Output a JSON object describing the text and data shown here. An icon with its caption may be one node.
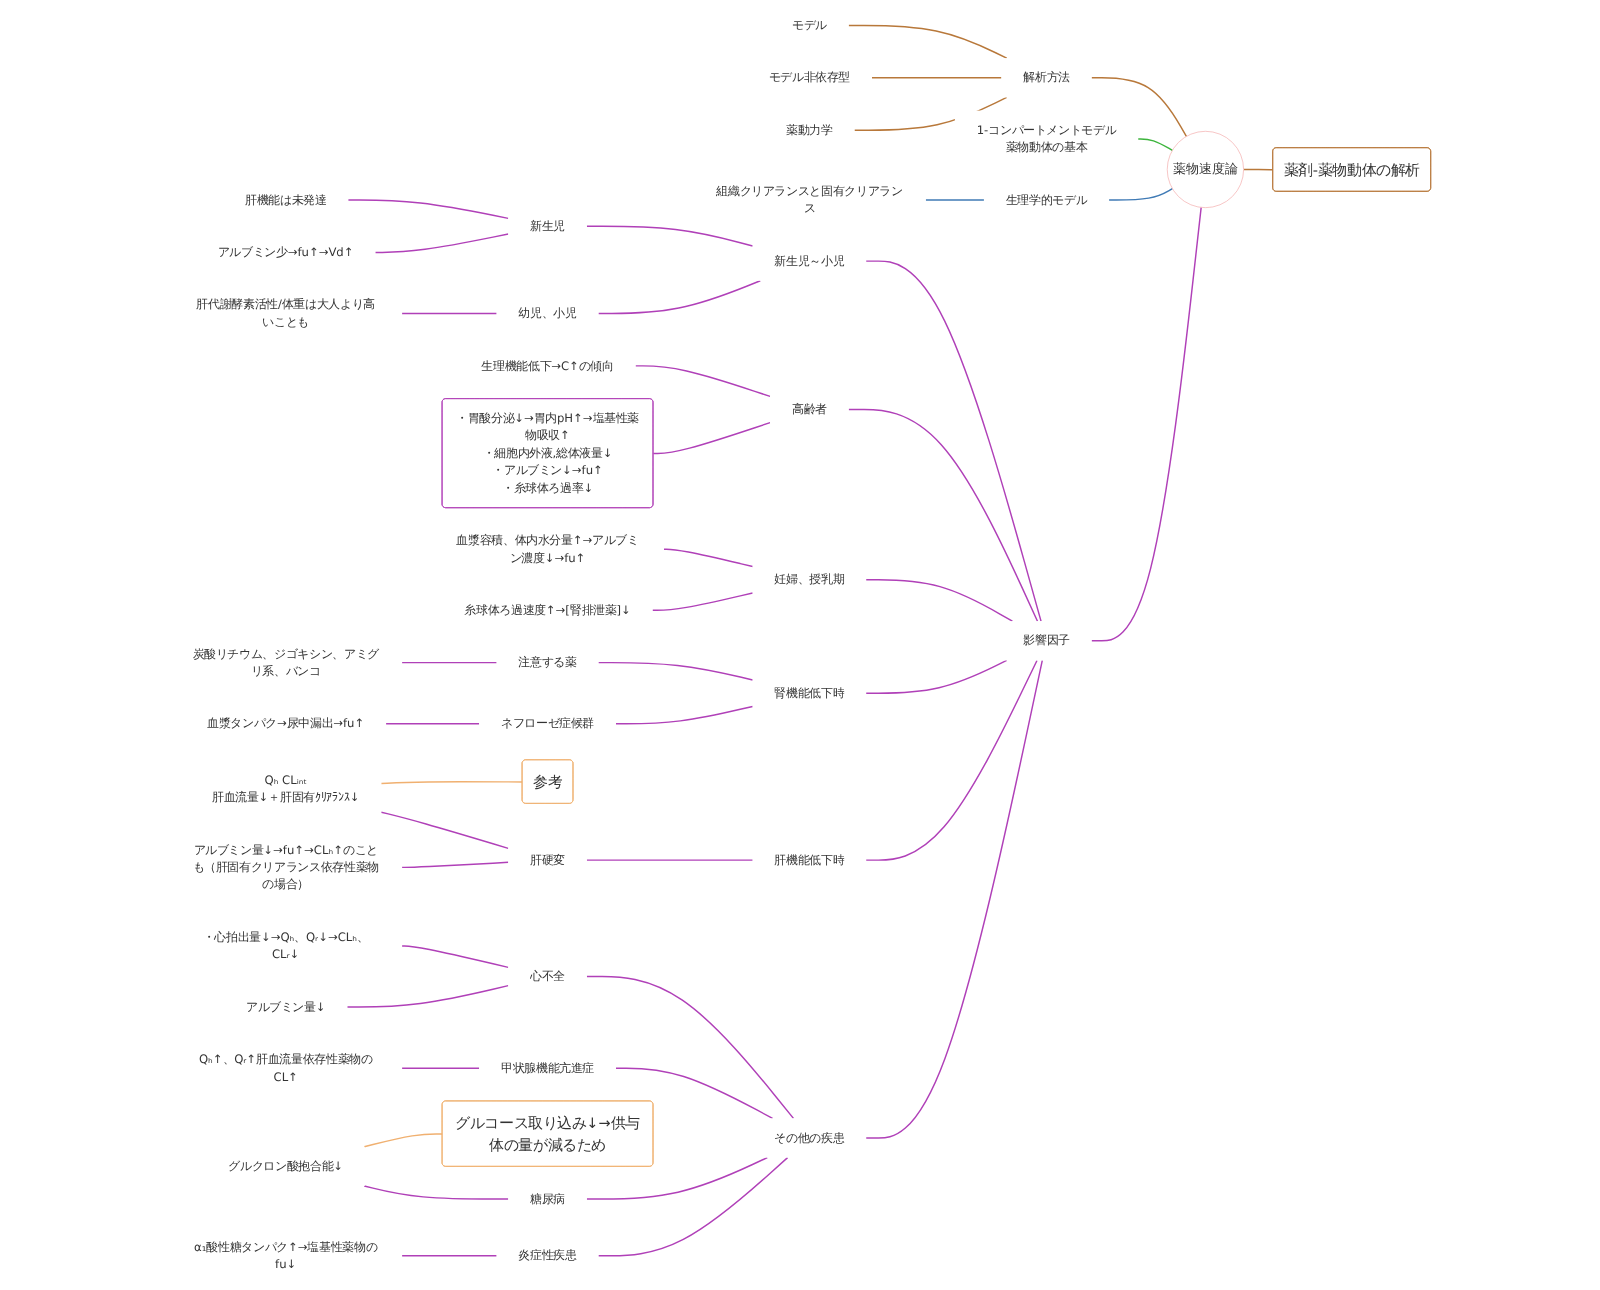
{
  "diagram": {
    "nodes": [
      {
        "text": [
          "薬物速度論"
        ]
      },
      {
        "text": [
          "影響因子"
        ]
      },
      {
        "text": [
          "新生児～小児"
        ]
      },
      {
        "text": [
          "新生児"
        ]
      },
      {
        "text": [
          "肝機能は未発達"
        ]
      },
      {
        "text": [
          "アルブミン少→fu↑→Vd↑"
        ]
      },
      {
        "text": [
          "幼児、小児"
        ]
      },
      {
        "text": [
          "肝代謝酵素活性/体重は大人より高いことも"
        ]
      },
      {
        "text": [
          "高齢者"
        ]
      },
      {
        "text": [
          "生理機能低下→C↑の傾向"
        ]
      },
      {
        "text": [
          "・胃酸分泌↓→胃内pH↑→塩基性薬物吸収↑",
          "・細胞内外液,総体液量↓",
          "・アルブミン↓→fu↑",
          "・糸球体ろ過率↓"
        ]
      },
      {
        "text": [
          "妊婦、授乳期"
        ]
      },
      {
        "text": [
          "血漿容積、体内水分量↑→アルブミン濃度↓→fu↑"
        ]
      },
      {
        "text": [
          "糸球体ろ過速度↑→[腎排泄薬]↓"
        ]
      },
      {
        "text": [
          "腎機能低下時"
        ]
      },
      {
        "text": [
          "注意する薬"
        ]
      },
      {
        "text": [
          "炭酸リチウム、ジゴキシン、アミグリ系、バンコ"
        ]
      },
      {
        "text": [
          "ネフローゼ症候群"
        ]
      },
      {
        "text": [
          "血漿タンパク→尿中漏出→fu↑"
        ]
      },
      {
        "text": [
          "肝機能低下時"
        ]
      },
      {
        "text": [
          "肝硬変"
        ]
      },
      {
        "text": [
          "Qₕ CLᵢₙₜ",
          "肝血流量↓＋肝固有ｸﾘｱﾗﾝｽ↓"
        ]
      },
      {
        "text": [
          "アルブミン量↓→fu↑→CLₕ↑のことも（肝固有クリアランス依存性薬物の場合）"
        ]
      },
      {
        "text": [
          "参考"
        ]
      },
      {
        "text": [
          "その他の疾患"
        ]
      },
      {
        "text": [
          "心不全"
        ]
      },
      {
        "text": [
          "・心拍出量↓→Qₕ、Qᵣ↓→CLₕ、CLᵣ↓"
        ]
      },
      {
        "text": [
          "アルブミン量↓"
        ]
      },
      {
        "text": [
          "甲状腺機能亢進症"
        ]
      },
      {
        "text": [
          "Qₕ↑、Qᵣ↑肝血流量依存性薬物のCL↑"
        ]
      },
      {
        "text": [
          "糖尿病"
        ]
      },
      {
        "text": [
          "グルクロン酸抱合能↓"
        ]
      },
      {
        "text": [
          "グルコース取り込み↓→供与体の量が減るため"
        ]
      },
      {
        "text": [
          "炎症性疾患"
        ]
      },
      {
        "text": [
          "α₁酸性糖タンパク↑→塩基性薬物のfu↓"
        ]
      },
      {
        "text": [
          "生理学的モデル"
        ]
      },
      {
        "text": [
          "組織クリアランスと固有クリアランス"
        ]
      },
      {
        "text": [
          "解析方法"
        ]
      },
      {
        "text": [
          "モデル"
        ]
      },
      {
        "text": [
          "モデル非依存型"
        ]
      },
      {
        "text": [
          "薬動力学"
        ]
      },
      {
        "text": [
          "薬剤-薬物動体の解析"
        ]
      },
      {
        "text": [
          "1-コンパートメントモデル",
          "薬物動体の基本"
        ]
      }
    ],
    "edges": [
      {
        "from": 0,
        "to": 1,
        "arrow": "none"
      },
      {
        "from": 1,
        "to": 2,
        "arrow": "none"
      },
      {
        "from": 2,
        "to": 3,
        "arrow": "none"
      },
      {
        "from": 3,
        "to": 4,
        "arrow": "none"
      },
      {
        "from": 3,
        "to": 5,
        "arrow": "none"
      },
      {
        "from": 2,
        "to": 6,
        "arrow": "none"
      },
      {
        "from": 6,
        "to": 7,
        "arrow": "none"
      },
      {
        "from": 1,
        "to": 8,
        "arrow": "none"
      },
      {
        "from": 8,
        "to": 9,
        "arrow": "none"
      },
      {
        "from": 8,
        "to": 10,
        "arrow": "none"
      },
      {
        "from": 1,
        "to": 11,
        "arrow": "none"
      },
      {
        "from": 11,
        "to": 12,
        "arrow": "none"
      },
      {
        "from": 11,
        "to": 13,
        "arrow": "none"
      },
      {
        "from": 1,
        "to": 14,
        "arrow": "none"
      },
      {
        "from": 14,
        "to": 15,
        "arrow": "none"
      },
      {
        "from": 15,
        "to": 16,
        "arrow": "none"
      },
      {
        "from": 14,
        "to": 17,
        "arrow": "none"
      },
      {
        "from": 17,
        "to": 18,
        "arrow": "none"
      },
      {
        "from": 1,
        "to": 19,
        "arrow": "none"
      },
      {
        "from": 19,
        "to": 20,
        "arrow": "none"
      },
      {
        "from": 20,
        "to": 21,
        "arrow": "none"
      },
      {
        "from": 20,
        "to": 22,
        "arrow": "none"
      },
      {
        "from": 23,
        "to": 21,
        "arrow": "none",
        "color": "#f0b070"
      },
      {
        "from": 1,
        "to": 24,
        "arrow": "none"
      },
      {
        "from": 24,
        "to": 25,
        "arrow": "none"
      },
      {
        "from": 25,
        "to": 26,
        "arrow": "none"
      },
      {
        "from": 25,
        "to": 27,
        "arrow": "none"
      },
      {
        "from": 24,
        "to": 28,
        "arrow": "none"
      },
      {
        "from": 28,
        "to": 29,
        "arrow": "none"
      },
      {
        "from": 24,
        "to": 30,
        "arrow": "none"
      },
      {
        "from": 30,
        "to": 31,
        "arrow": "none"
      },
      {
        "from": 32,
        "to": 31,
        "arrow": "none",
        "color": "#f0b070"
      },
      {
        "from": 24,
        "to": 33,
        "arrow": "none"
      },
      {
        "from": 33,
        "to": 34,
        "arrow": "none"
      },
      {
        "from": 0,
        "to": 35,
        "arrow": "none",
        "color": "#3f7ab5"
      },
      {
        "from": 35,
        "to": 36,
        "arrow": "none",
        "color": "#3f7ab5"
      },
      {
        "from": 0,
        "to": 37,
        "arrow": "none",
        "color": "#b8783a"
      },
      {
        "from": 37,
        "to": 38,
        "arrow": "none",
        "color": "#b8783a"
      },
      {
        "from": 37,
        "to": 39,
        "arrow": "none",
        "color": "#b8783a"
      },
      {
        "from": 37,
        "to": 40,
        "arrow": "none",
        "color": "#b8783a"
      },
      {
        "from": 41,
        "to": 0,
        "arrow": "none",
        "color": "#b8783a"
      },
      {
        "from": 0,
        "to": 42,
        "arrow": "none",
        "color": "#3cb43c"
      }
    ]
  }
}
